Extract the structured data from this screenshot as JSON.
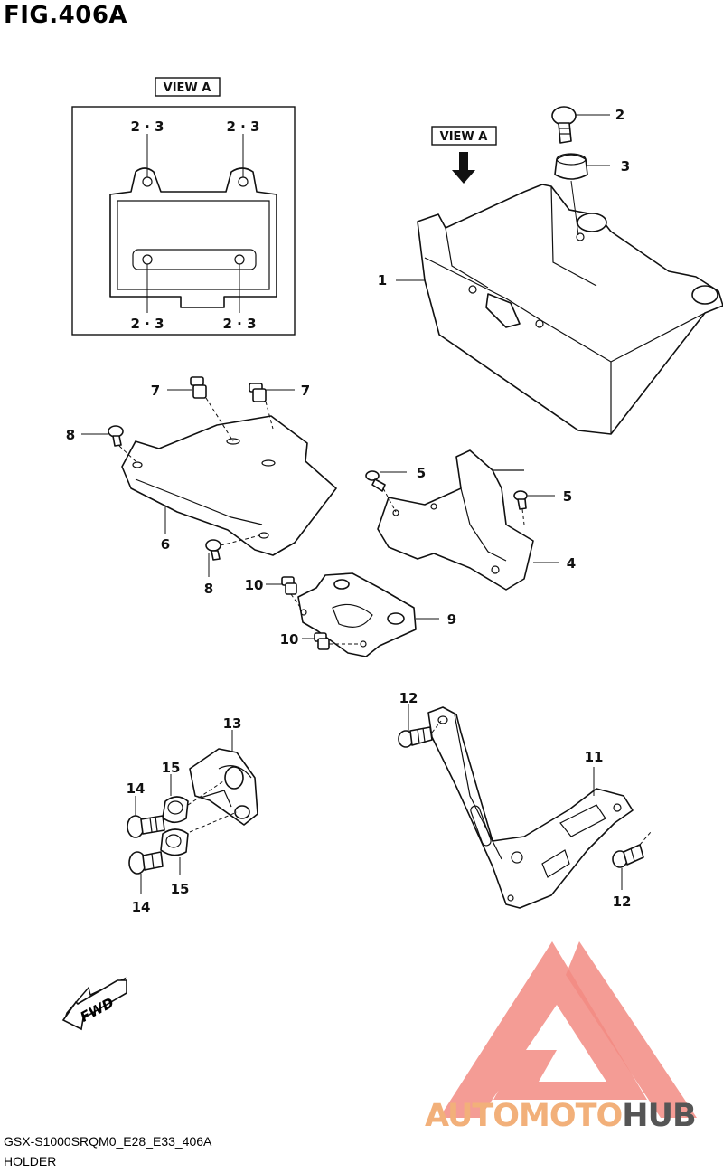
{
  "figure": {
    "title": "FIG.406A"
  },
  "view_labels": {
    "inset": "VIEW A",
    "arrow": "VIEW A"
  },
  "inset_callouts": [
    "2 · 3",
    "2 · 3",
    "2 · 3",
    "2 · 3"
  ],
  "callouts": {
    "p1": "1",
    "p2": "2",
    "p3": "3",
    "p4": "4",
    "p5a": "5",
    "p5b": "5",
    "p6": "6",
    "p7a": "7",
    "p7b": "7",
    "p8a": "8",
    "p8b": "8",
    "p9": "9",
    "p10a": "10",
    "p10b": "10",
    "p11": "11",
    "p12a": "12",
    "p12b": "12",
    "p13": "13",
    "p14a": "14",
    "p14b": "14",
    "p15a": "15",
    "p15b": "15"
  },
  "fwd_label": "FWD",
  "footer": {
    "model_code": "GSX-S1000SRQM0_E28_E33_406A",
    "page_name": "HOLDER"
  },
  "watermark": {
    "text_a": "AUTOMOTO",
    "text_b": "HUB",
    "colors": {
      "primary": "#f28b82",
      "accent": "#f2b07a",
      "dark": "#555555"
    }
  }
}
